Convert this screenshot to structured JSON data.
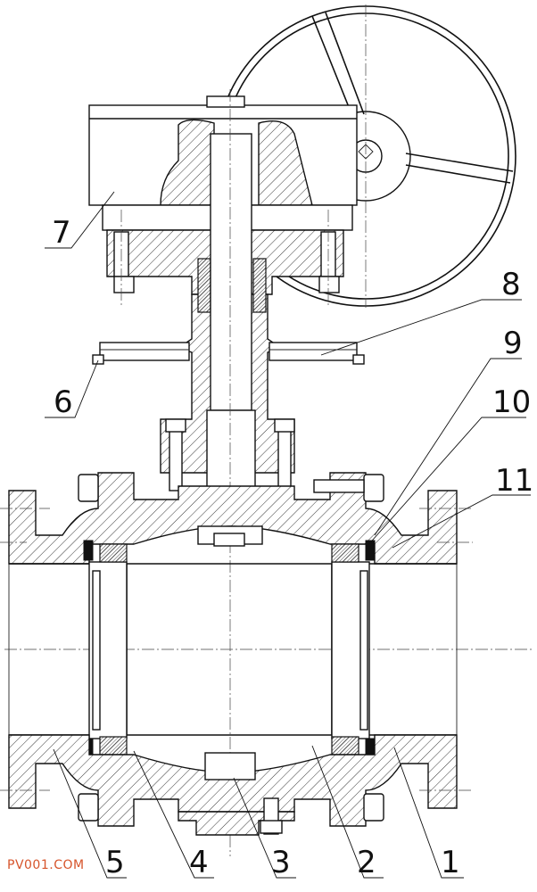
{
  "callouts": [
    {
      "id": "1",
      "label": "1"
    },
    {
      "id": "2",
      "label": "2"
    },
    {
      "id": "3",
      "label": "3"
    },
    {
      "id": "4",
      "label": "4"
    },
    {
      "id": "5",
      "label": "5"
    },
    {
      "id": "6",
      "label": "6"
    },
    {
      "id": "7",
      "label": "7"
    },
    {
      "id": "8",
      "label": "8"
    },
    {
      "id": "9",
      "label": "9"
    },
    {
      "id": "10",
      "label": "10"
    },
    {
      "id": "11",
      "label": "11"
    }
  ],
  "watermark": "PV001.COM",
  "colors": {
    "line": "#111111",
    "watermark": "#d6542b"
  }
}
